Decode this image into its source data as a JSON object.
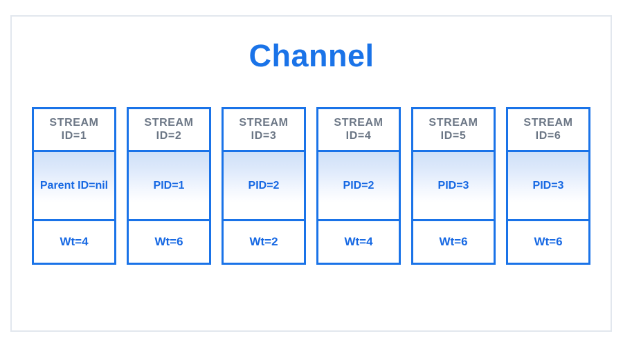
{
  "diagram": {
    "title": "Channel",
    "title_color": "#1a73e8",
    "frame_border_color": "#e2e7ee",
    "box_border_color": "#1a73e8",
    "header_text_color": "#6b7685",
    "value_text_color": "#1668e3",
    "gradient_top_color": "#cfe0f7",
    "gradient_bottom_color": "#ffffff",
    "streams": [
      {
        "head_label": "STREAM",
        "head_id": "ID=1",
        "parent": "Parent ID=nil",
        "weight": "Wt=4"
      },
      {
        "head_label": "STREAM",
        "head_id": "ID=2",
        "parent": "PID=1",
        "weight": "Wt=6"
      },
      {
        "head_label": "STREAM",
        "head_id": "ID=3",
        "parent": "PID=2",
        "weight": "Wt=2"
      },
      {
        "head_label": "STREAM",
        "head_id": "ID=4",
        "parent": "PID=2",
        "weight": "Wt=4"
      },
      {
        "head_label": "STREAM",
        "head_id": "ID=5",
        "parent": "PID=3",
        "weight": "Wt=6"
      },
      {
        "head_label": "STREAM",
        "head_id": "ID=6",
        "parent": "PID=3",
        "weight": "Wt=6"
      }
    ]
  }
}
